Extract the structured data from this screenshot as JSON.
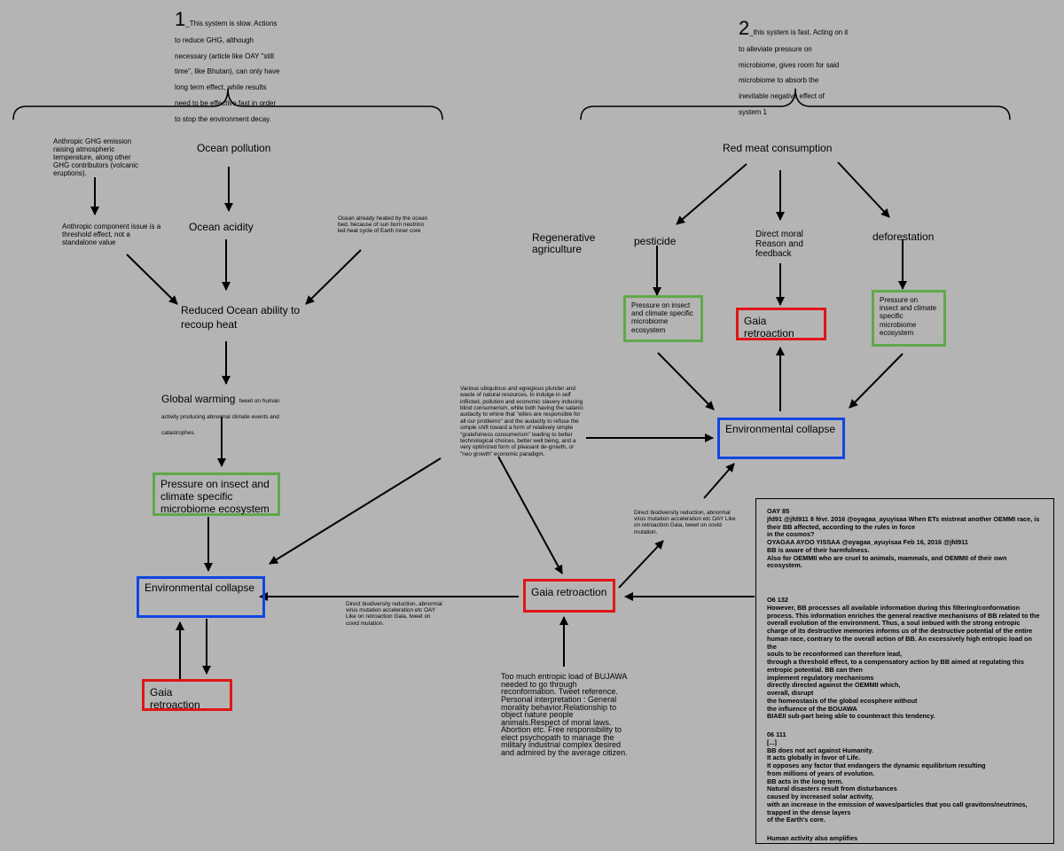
{
  "system1": {
    "number": "1",
    "text": "_This system is slow. Actions to reduce GHG, although necessary (article like OAY \"still time\", like Bhutan), can only have long term effect, while results need to be effective fast in order to stop the environment decay."
  },
  "system2": {
    "number": "2",
    "text": "_this system is fast. Acting on it to alleviate pressure on microbiome, gives room for said microbiome to absorb the inevitable negative effect of system 1"
  },
  "left": {
    "ghg_emission": "Anthropic GHG emission raising atmospheric temperature, along other GHG contributors (volcanic eruptions).",
    "ocean_pollution": "Ocean pollution",
    "anthropic_component": "Anthropic component issue is a threshold effect, not a standalone value",
    "ocean_acidity": "Ocean acidity",
    "ocean_heated": "Ocean already heated by the ocean bed, because of sun born neutrino led heat cycle of Earth inner core",
    "reduced_ocean": "Reduced Ocean ability to recoup heat",
    "global_warming": "Global warming",
    "global_warming_note": "tweet on human activity producing abnormal climate events and catastrophes.",
    "pressure": "Pressure on insect and climate specific microbiome ecosystem",
    "env_collapse": "Environmental collapse",
    "gaia": "Gaia retroaction"
  },
  "right": {
    "red_meat": "Red meat consumption",
    "regenerative": "Regenerative agriculture",
    "pesticide": "pesticide",
    "direct_moral": "Direct moral Reason and feedback",
    "deforestation": "deforestation",
    "pressure_left": "Pressure on insect and climate specific microbiome ecosystem",
    "gaia": "Gaia retroaction",
    "pressure_right": "Pressure on insect and climate specific microbiome ecosystem",
    "env_collapse": "Environmental collapse"
  },
  "center": {
    "plunder": "Various ubiquitous and egregious plunder and waste of natural resources, to indulge in self inflicted, pollution and economic slavery inducing blind consumerism, while both having the satanic audacity to whine that \"elites are responsible for all our problems\" and the audacity to refuse the simple shift toward a form of relatively simple \"gratefulness consumerism\" leading to better technological choices, better well being, and a very optimized form of pleasant de-growth, or \"neo growth\" economic paradigm.",
    "gaia": "Gaia retroaction",
    "biodiv_left": "Direct biodiversity reduction, abnormal virus mutation acceleration etc OAY Like on retroaction Gaia, tweet on covid mutation.",
    "biodiv_right": "Direct biodiversity reduction, abnormal virus mutation acceleration etc OAY Like on retroaction Gaia, tweet on covid mutation.",
    "bujawa": "Too much entropic load of BUJAWA needed to go through reconformation. Tweet reference.",
    "personal": "Personal interpretation : General morality behavior.Relationship to object nature people animals.Respect of moral laws. Abortion etc. Free responsibility to elect psychopath to manage the military industrial complex desired and admired by the average citizen."
  },
  "quote": {
    "oay85": "OAY 85\njfd91 @jfd911 8 févr. 2016 @oyagaa_ayuyisaa When ETs mistreat another OEMMI race, is their BB affected, according to the rules in force\nin the cosmos?\nOYAGAA AYOO YISSAA @oyagaa_ayuyisaa Feb 16, 2016 @jfd911\nBB is aware of their harmfulness.\nAlso for OEMMII who are cruel to animals, mammals, and OEMMII of their own ecosystem.",
    "o6_132": "O6 132\nHowever, BB processes all available information during this filtering/conformation process. This information enriches the general reactive mechanisms of BB related to the overall evolution of the environment. Thus, a soul imbued with the strong entropic charge of its destructive memories informs us of the destructive potential of the entire human race, contrary to the overall action of BB. An excessively high entropic load on the\nsouls to be reconformed can therefore lead,\nthrough a threshold effect, to a compensatory action by BB aimed at regulating this entropic potential. BB can then\nimplement regulatory mechanisms\ndirectly directed against the OEMMII which,\noverall, disrupt\nthe homeostasis of the global ecosphere without\nthe influence of the BOUAWA\nBIAEII sub-part being able to counteract this tendency.",
    "o6_111": "06 111\n[...]\nBB does not act against Humanity.\nIt acts globally in favor of Life.\nIt opposes any factor that endangers the dynamic equilibrium resulting\nfrom millions of years of evolution.\nBB acts in the long term.\nNatural disasters result from disturbances\ncaused by increased solar activity,\nwith an increase in the emission of waves/particles that you call gravitons/neutrinos, trapped in the dense layers\nof the Earth's core.",
    "human": "Human activity also amplifies\nthese phenomena to a significant degree."
  }
}
